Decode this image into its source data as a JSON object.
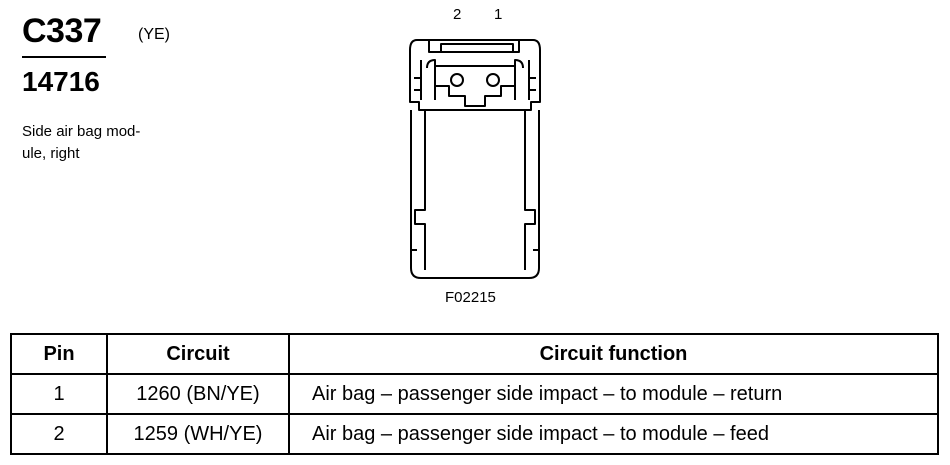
{
  "connector": {
    "id": "C337",
    "color": "(YE)",
    "part_number": "14716",
    "description_line1": "Side air bag mod-",
    "description_line2": "ule, right"
  },
  "diagram": {
    "pin_label_2": "2",
    "pin_label_1": "1",
    "figure_code": "F02215"
  },
  "table": {
    "headers": {
      "pin": "Pin",
      "circuit": "Circuit",
      "function": "Circuit function"
    },
    "rows": [
      {
        "pin": "1",
        "circuit": "1260 (BN/YE)",
        "function": "Air bag – passenger side impact – to module – return"
      },
      {
        "pin": "2",
        "circuit": "1259 (WH/YE)",
        "function": "Air bag – passenger side impact – to module – feed"
      }
    ]
  }
}
